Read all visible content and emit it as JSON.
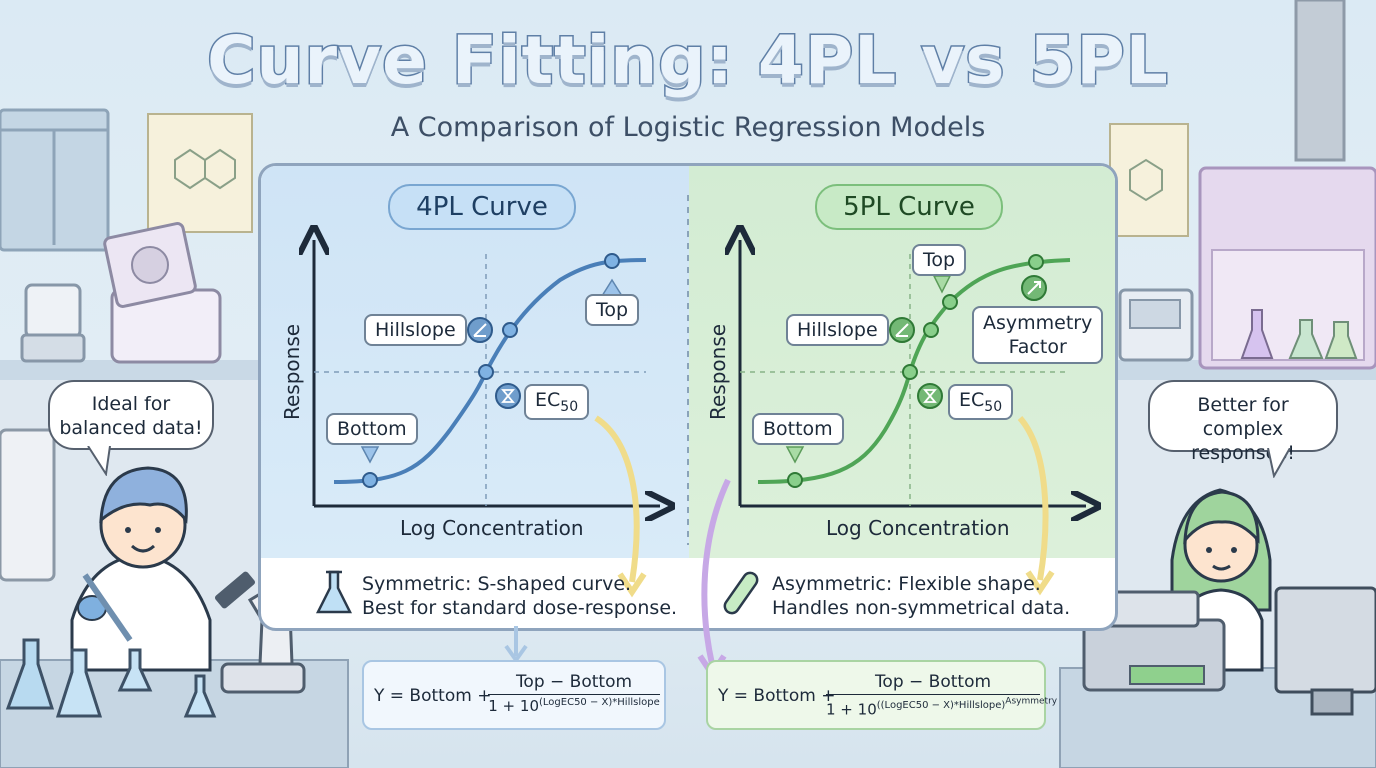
{
  "title": "Curve Fitting: 4PL vs 5PL",
  "subtitle": "A Comparison of Logistic Regression Models",
  "left_panel": {
    "heading": "4PL Curve",
    "labels": {
      "hillslope": "Hillslope",
      "top": "Top",
      "ec50": "EC",
      "ec50_sub": "50",
      "bottom": "Bottom"
    },
    "axis_x": "Log Concentration",
    "axis_y": "Response",
    "description_line1": "Symmetric: S-shaped curve.",
    "description_line2": "Best for standard dose-response.",
    "formula": {
      "lhs": "Y = Bottom +",
      "numerator": "Top − Bottom",
      "denominator_base": "1 + 10",
      "exponent": "(LogEC50 − X)*Hillslope"
    }
  },
  "right_panel": {
    "heading": "5PL Curve",
    "labels": {
      "top": "Top",
      "hillslope": "Hillslope",
      "asymmetry_line1": "Asymmetry",
      "asymmetry_line2": "Factor",
      "ec50": "EC",
      "ec50_sub": "50",
      "bottom": "Bottom"
    },
    "axis_x": "Log Concentration",
    "axis_y": "Response",
    "description_line1": "Asymmetric: Flexible shape.",
    "description_line2": "Handles non-symmetrical data.",
    "formula": {
      "lhs": "Y = Bottom +",
      "numerator": "Top − Bottom",
      "denominator_base": "1 + 10",
      "exponent": "((LogEC50 − X)*Hillslope)",
      "exponent2": "Asymmetry"
    }
  },
  "speech_left_line1": "Ideal for",
  "speech_left_line2": "balanced data!",
  "speech_right_line1": "Better for",
  "speech_right_line2": "complex responses!",
  "colors": {
    "blue_curve": "#4a7fb8",
    "green_curve": "#4fa556",
    "yellow_arrow": "#f0dc8a",
    "purple_arrow": "#c7a8e6"
  }
}
